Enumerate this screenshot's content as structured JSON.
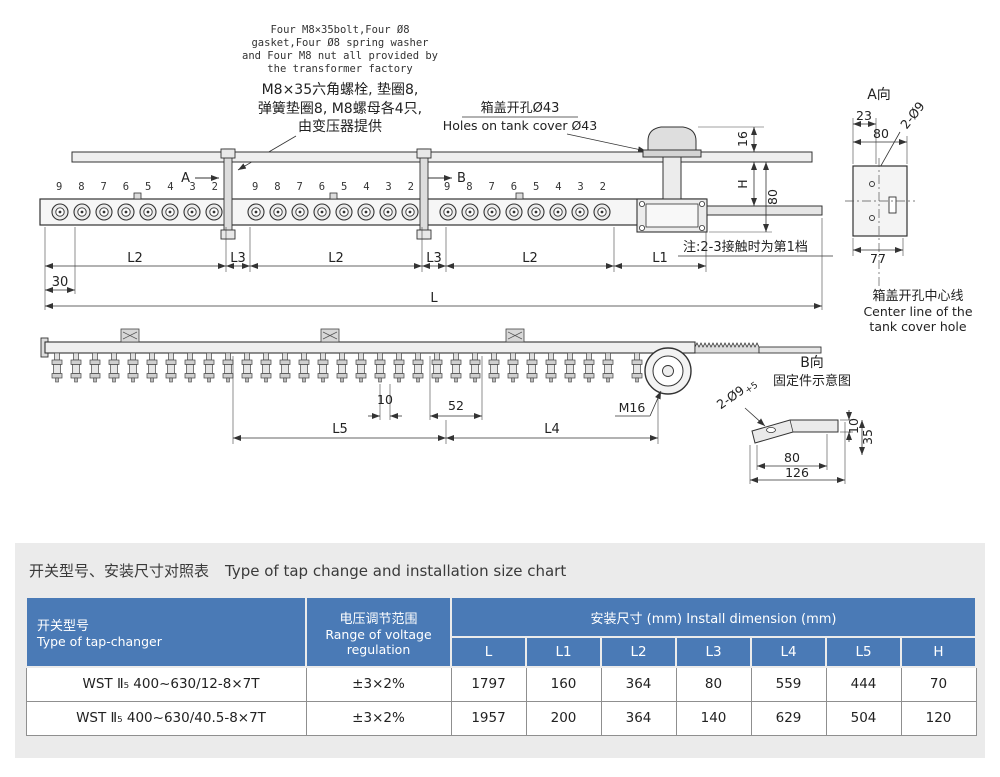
{
  "drawing": {
    "note_en": {
      "l1": "Four M8×35bolt,Four Ø8",
      "l2": "gasket,Four Ø8 spring washer",
      "l3": "and Four M8 nut all provided by",
      "l4": "the transformer factory"
    },
    "note_cn": {
      "l1": "M8×35六角螺栓, 垫圈8,",
      "l2": "弹簧垫圈8, M8螺母各4只,",
      "l3": "由变压器提供"
    },
    "tank_hole_cn": "箱盖开孔Ø43",
    "tank_hole_en": "Holes on tank cover Ø43",
    "terminal_numbers": "9 8 7 6 5 4 3 2",
    "section_a": "A",
    "section_b": "B",
    "gear_note": "注:2-3接触时为第1档",
    "dims": {
      "L2": "L2",
      "L3": "L3",
      "L1": "L1",
      "L": "L",
      "d30": "30",
      "d16": "16",
      "H": "H",
      "d80": "80"
    },
    "view_a": {
      "title": "A向",
      "d23": "23",
      "d80": "80",
      "holes": "2-Ø9",
      "d77": "77",
      "centerline_cn": "箱盖开孔中心线",
      "centerline_en1": "Center line of the",
      "centerline_en2": "tank cover hole"
    },
    "bottom": {
      "d10": "10",
      "d52": "52",
      "m16": "M16",
      "L5": "L5",
      "L4": "L4"
    },
    "view_b": {
      "title": "B向",
      "subtitle": "固定件示意图",
      "holes": "2-Ø9",
      "tol": "+5",
      "d80": "80",
      "d126": "126",
      "d10": "10",
      "d35": "35"
    }
  },
  "table": {
    "title_cn": "开关型号、安装尺寸对照表",
    "title_en": "Type of tap change and installation size chart",
    "header": {
      "type_cn": "开关型号",
      "type_en": "Type of tap-changer",
      "volt_l1": "电压调节范围",
      "volt_l2": "Range of voltage",
      "volt_l3": "regulation",
      "install": "安装尺寸 (mm) Install dimension (mm)",
      "cols": [
        "L",
        "L1",
        "L2",
        "L3",
        "L4",
        "L5",
        "H"
      ]
    },
    "rows": [
      {
        "type": "WST Ⅱ₅ 400~630/12-8×7T",
        "voltage": "±3×2%",
        "dims": [
          "1797",
          "160",
          "364",
          "80",
          "559",
          "444",
          "70"
        ]
      },
      {
        "type": "WST Ⅱ₅ 400~630/40.5-8×7T",
        "voltage": "±3×2%",
        "dims": [
          "1957",
          "200",
          "364",
          "140",
          "629",
          "504",
          "120"
        ]
      }
    ]
  }
}
